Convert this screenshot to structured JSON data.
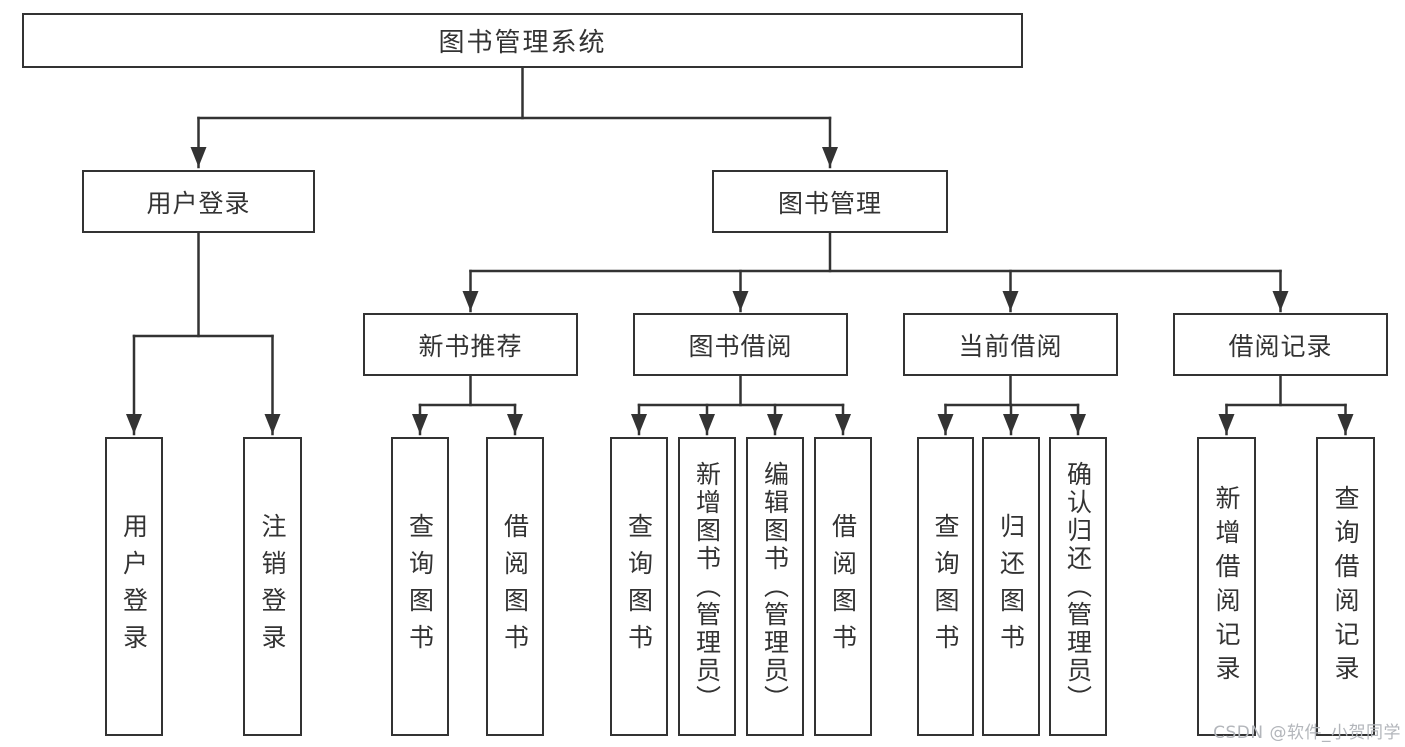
{
  "tree": {
    "label": "图书管理系统",
    "children": [
      {
        "label": "用户登录",
        "children": [
          {
            "label": "用户登录"
          },
          {
            "label": "注销登录"
          }
        ]
      },
      {
        "label": "图书管理",
        "children": [
          {
            "label": "新书推荐",
            "children": [
              {
                "label": "查询图书"
              },
              {
                "label": "借阅图书"
              }
            ]
          },
          {
            "label": "图书借阅",
            "children": [
              {
                "label": "查询图书"
              },
              {
                "label": "新增图书（管理员）"
              },
              {
                "label": "编辑图书（管理员）"
              },
              {
                "label": "借阅图书"
              }
            ]
          },
          {
            "label": "当前借阅",
            "children": [
              {
                "label": "查询图书"
              },
              {
                "label": "归还图书"
              },
              {
                "label": "确认归还（管理员）"
              }
            ]
          },
          {
            "label": "借阅记录",
            "children": [
              {
                "label": "新增借阅记录"
              },
              {
                "label": "查询借阅记录"
              }
            ]
          }
        ]
      }
    ]
  },
  "watermark": {
    "text": "CSDN @软件_小贺同学"
  },
  "colors": {
    "line": "#333333",
    "box_border": "#333333",
    "text": "#333333",
    "watermark": "#b3b6bb",
    "background": "#ffffff"
  }
}
